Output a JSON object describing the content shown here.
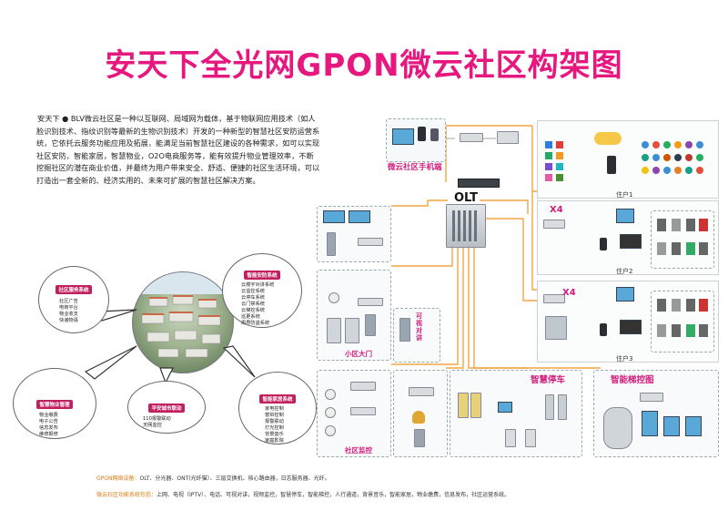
{
  "title": "安天下全光网GPON微云社区构架图",
  "intro": "安天下 ● BLV微云社区是一种以互联网、局域网为载体，基于物联网应用技术（如人脸识别技术、指纹识别等最新的生物识别技术）开发的一种新型的智慧社区安防运营系统，它依托云服务功能应用及拓展，能满足当前智慧社区建设的各种需求，如可以实现社区安防，智能家居，智慧物业，O2O电商服务等，能有效提升物业管理效率，不断挖掘社区的潜在商业价值，并最终为用户带来安全、舒适、便捷的社区生活环境，可以打造出一套全新的、经济实用的、未来可扩展的智慧社区解决方案。",
  "olt_label": "OLT",
  "regions": {
    "mobile": "微云社区手机端",
    "user1": "住户1",
    "user2": "住户2",
    "user3": "住户3",
    "gate": "小区大门",
    "visual": "可视对讲",
    "monitor": "社区监控",
    "parking": "智慧停车",
    "elevator": "智能梯控图"
  },
  "x4_labels": [
    "X4",
    "X4"
  ],
  "bubbles": {
    "community_service": {
      "title": "社区服务系统",
      "text": "社区广告\n电商平台\n物业收支\n快递物语"
    },
    "security_system": {
      "title": "智能安防系统",
      "text": "云楼宇对讲系统\n云监控系统\n云停车系统\n云门禁系统\n云梯控系统\n巡更系统\n周界防盗系统"
    },
    "property_mgmt": {
      "title": "智慧物业管理",
      "text": "物业缴费\n电子公告\n信息发布\n维修报修"
    },
    "alarm_link": {
      "title": "平安城市联动",
      "text": "110报警联动\n天网监控"
    },
    "smart_home": {
      "title": "智能家居系统",
      "text": "家电控制\n窗帘控制\n报警联动\n灯光控制\n背景音乐\n家庭影院"
    }
  },
  "footer": {
    "gpon_label": "GPON网络设备：",
    "gpon_text": "OLT、分光器、ONT(光纤猫）、三层交换机、核心路由器，日志服务器、光纤。",
    "func_label": "微云社区功能系统包括：",
    "func_text": "上网、电视（IPTV）、电话、可视对讲，视频监控，智慧停车，智能梯控，人行通道，背景音乐，智能家居，物业缴费，信息发布，社区运营系统。"
  },
  "colors": {
    "title": "#e6177e",
    "accent": "#d21b7c",
    "fiber": "#f2a542",
    "lan": "#2aa0d8"
  }
}
